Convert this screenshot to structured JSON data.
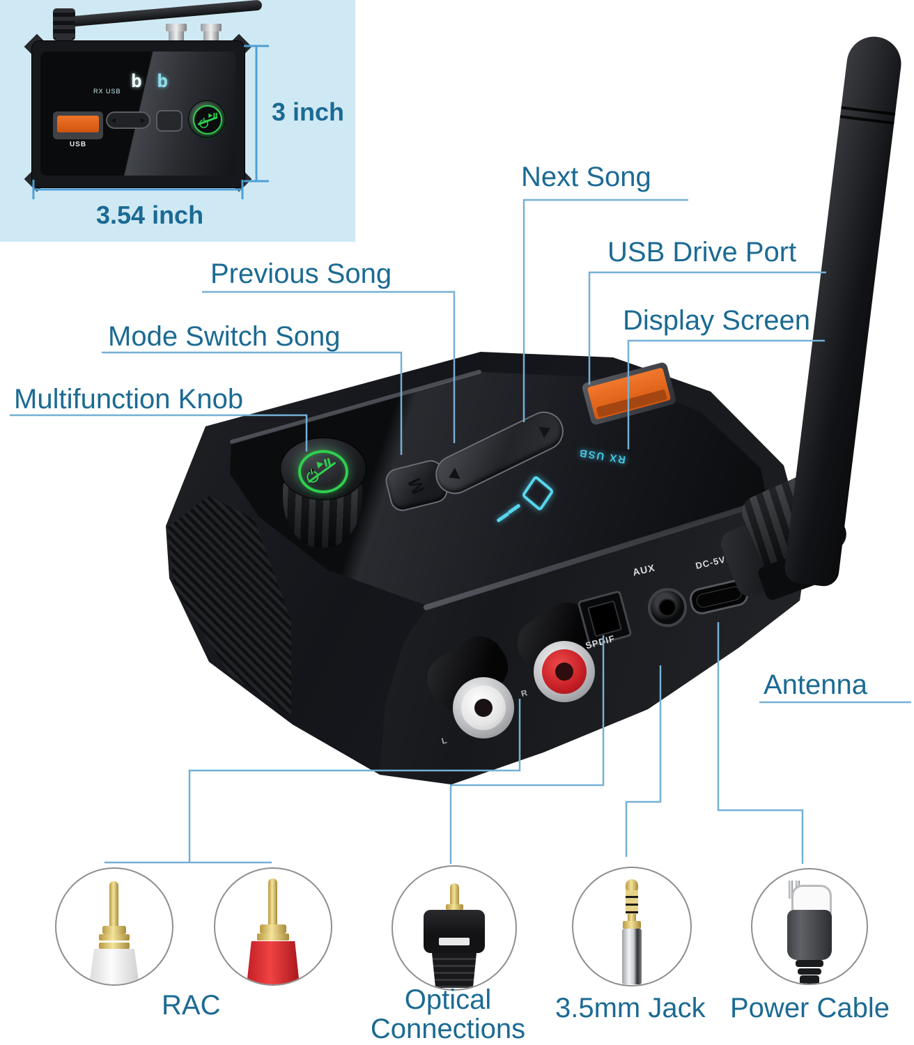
{
  "inset": {
    "background": "#cfe9f4",
    "height_label": "3 inch",
    "width_label": "3.54 inch",
    "device": {
      "mode_text": "RX USB",
      "digit_left": "b",
      "digit_right": "b",
      "usb_label": "USB"
    }
  },
  "callouts": {
    "multifunction_knob": "Multifunction Knob",
    "mode_switch_song": "Mode Switch Song",
    "previous_song": "Previous Song",
    "next_song": "Next Song",
    "usb_drive_port": "USB Drive Port",
    "display_screen": "Display Screen",
    "antenna": "Antenna"
  },
  "device": {
    "mode_text": "RX USB",
    "m_button_label": "M",
    "spdif_label": "SPDIF",
    "aux_label": "AUX",
    "dc_label": "DC-5V",
    "rca_r_label": "R",
    "rca_l_label": "L"
  },
  "connectors": {
    "rca_label": "RAC",
    "optical_label": "Optical Connections",
    "jack_label": "3.5mm Jack",
    "power_label": "Power Cable"
  },
  "colors": {
    "label_text": "#1b6a93",
    "callout_line": "#74b0d6",
    "measure_line": "#4f9fd4",
    "usb_orange": "#e4611c",
    "display_cyan": "#49c7e2",
    "knob_green": "#2fd04f",
    "rca_red": "#d5262c",
    "inset_background": "#cfe9f4"
  }
}
